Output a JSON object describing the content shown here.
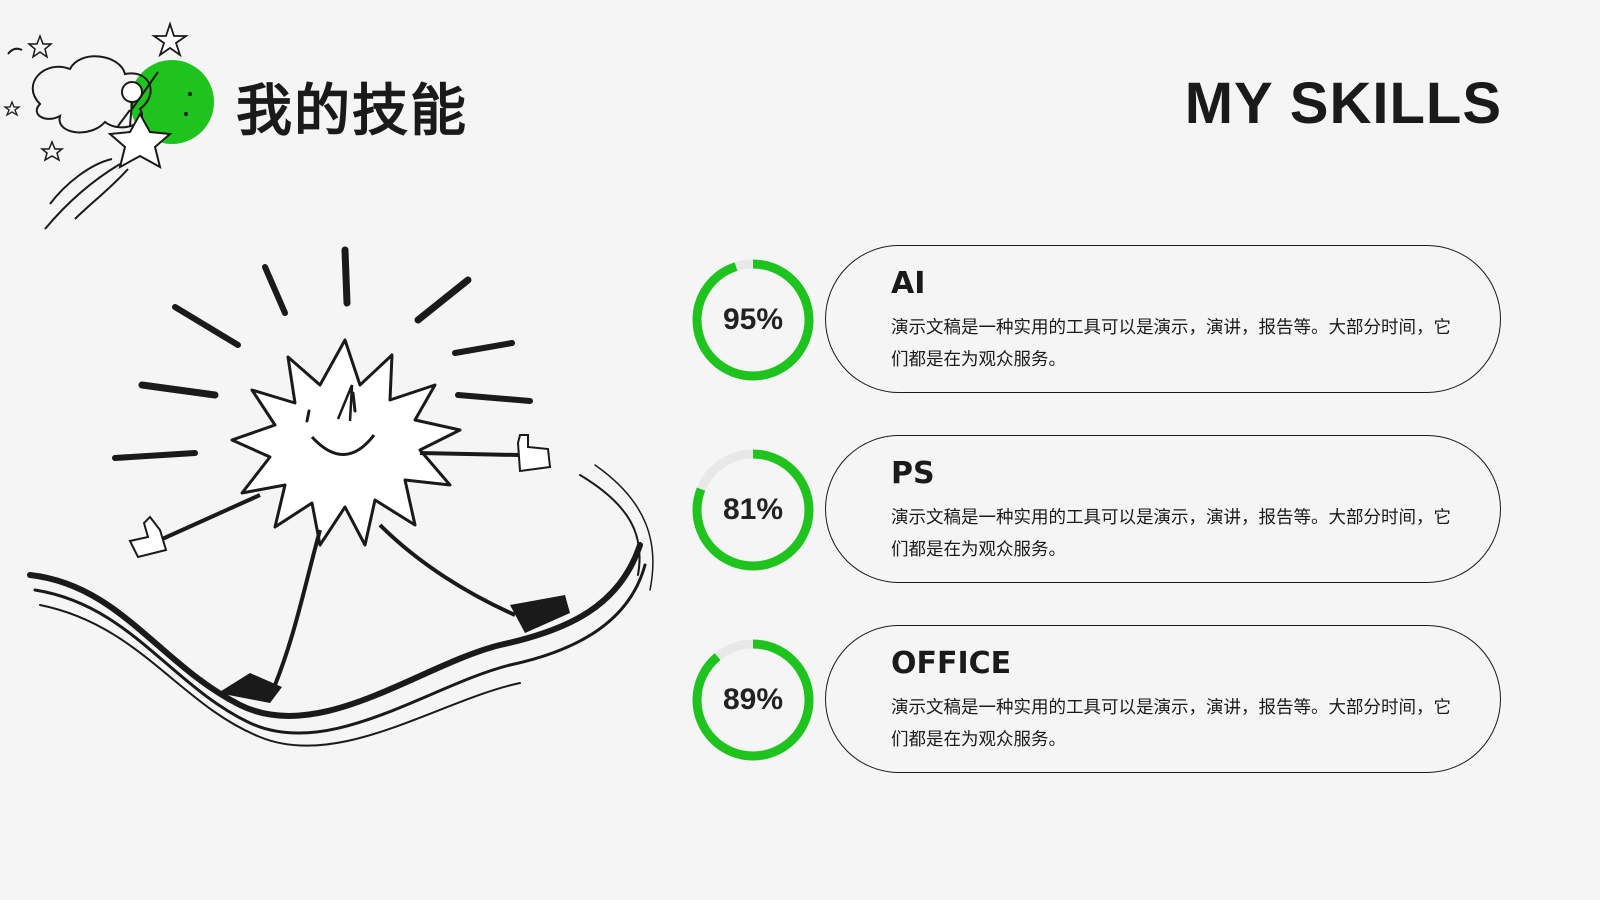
{
  "header": {
    "title_cn": "我的技能",
    "title_en": "MY SKILLS"
  },
  "colors": {
    "accent": "#1ec31e",
    "track": "#e8e8e8",
    "background": "#f5f5f5",
    "ink": "#1a1a1a"
  },
  "illustrations": {
    "corner": "astronaut-riding-star-icon",
    "main": "smiling-star-character-icon"
  },
  "skills": [
    {
      "name": "AI",
      "percent": 95,
      "percent_label": "95%",
      "description": "演示文稿是一种实用的工具可以是演示，演讲，报告等。大部分时间，它们都是在为观众服务。"
    },
    {
      "name": "PS",
      "percent": 81,
      "percent_label": "81%",
      "description": "演示文稿是一种实用的工具可以是演示，演讲，报告等。大部分时间，它们都是在为观众服务。"
    },
    {
      "name": "OFFICE",
      "percent": 89,
      "percent_label": "89%",
      "description": "演示文稿是一种实用的工具可以是演示，演讲，报告等。大部分时间，它们都是在为观众服务。"
    }
  ]
}
